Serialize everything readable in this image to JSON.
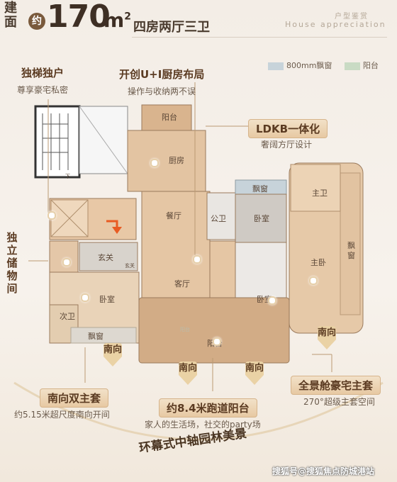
{
  "header": {
    "jian_mian": "建面",
    "yue": "约",
    "area_number": "170",
    "area_unit": "m",
    "area_sup": "2",
    "layout_type": "四房两厅三卫",
    "sub_cn": "户型鉴赏",
    "sub_en": "House appreciation"
  },
  "legend": {
    "items": [
      {
        "label": "800mm飘窗",
        "color": "#c7d3da"
      },
      {
        "label": "阳台",
        "color": "#c9dbc4"
      }
    ]
  },
  "callouts": {
    "private_elevator": {
      "title": "独梯独户",
      "sub": "尊享豪宅私密"
    },
    "kitchen": {
      "title": "开创U+I厨房布局",
      "sub": "操作与收纳两不误"
    },
    "ldkb": {
      "title": "LDKB一体化",
      "sub": "奢阔方厅设计"
    },
    "storage": {
      "title": "独立储物间"
    },
    "south_suite": {
      "title": "南向双主套",
      "sub": "约5.15米超尺度南向开间"
    },
    "balcony": {
      "title": "约8.4米跑道阳台",
      "sub": "家人的生活场，社交的party场"
    },
    "master_suite": {
      "title": "全景舱豪宅主套",
      "sub": "270°超级主套空间"
    },
    "footer": "环幕式中轴园林美景"
  },
  "rooms": {
    "balcony_top": "阳台",
    "kitchen": "厨房",
    "bay_window_top": "飘窗",
    "master_bath": "主卫",
    "dining": "餐厅",
    "public_bath": "公卫",
    "bedroom_mid": "卧室",
    "bay_window_right": "飘窗",
    "master_bedroom": "主卧",
    "foyer": "玄关",
    "foyer_small": "玄关",
    "living": "客厅",
    "bedroom_left": "卧室",
    "bedroom_center": "卧室",
    "second_bath": "次卫",
    "bay_window_left": "飘窗",
    "balcony_bottom": "阳台",
    "small_balcony_mark": "阳台",
    "stair_down": "下"
  },
  "south_label": "南向",
  "watermark": "搜狐号@搜狐焦点防城港站"
}
